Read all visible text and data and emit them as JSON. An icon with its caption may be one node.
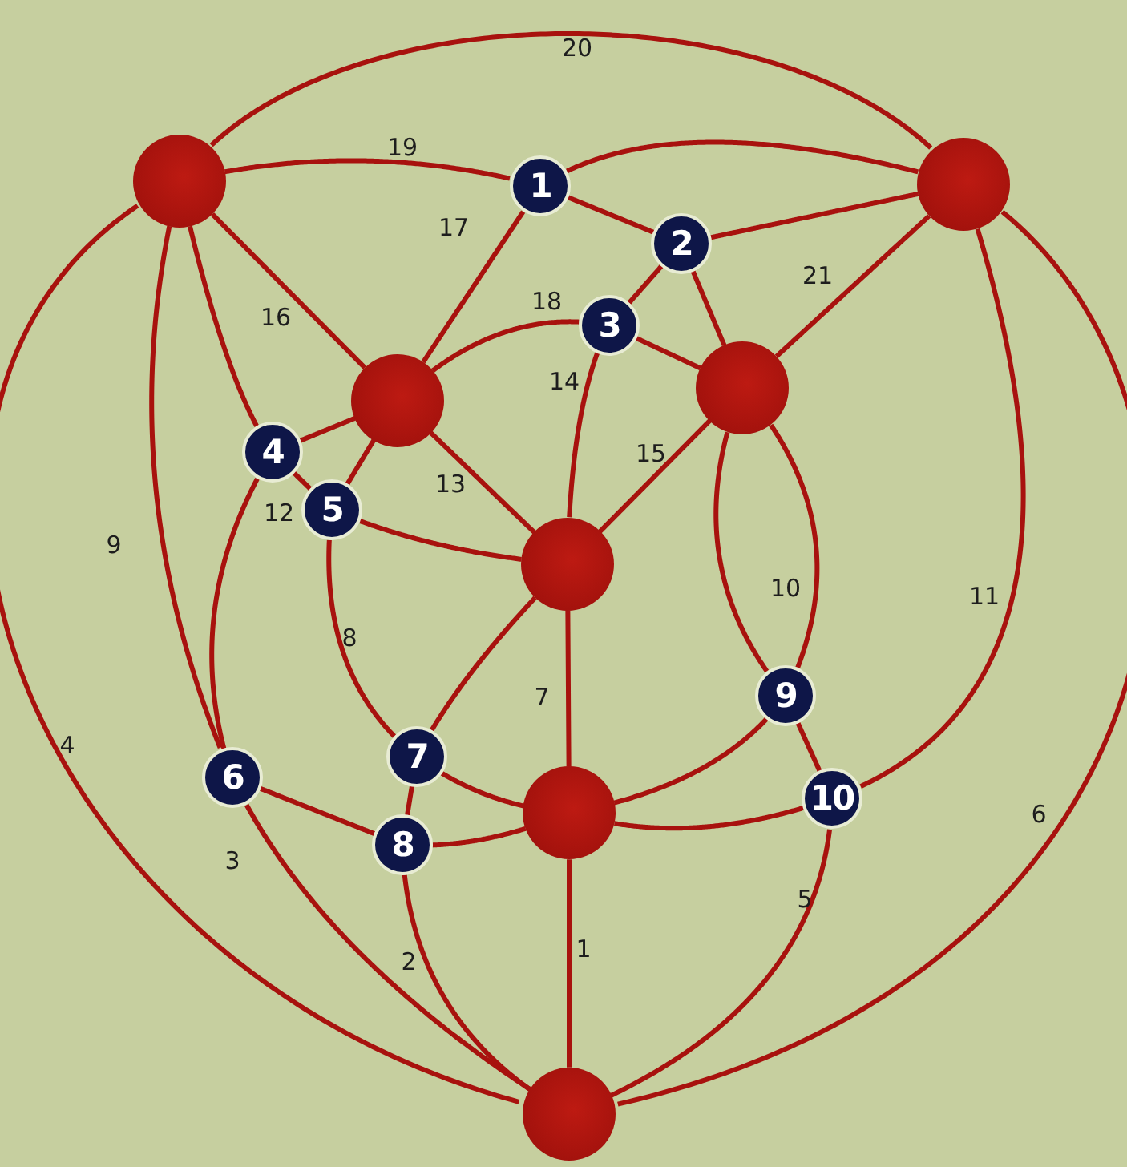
{
  "diagram": {
    "nodes": [
      {
        "text": [],
        "shape": "circle"
      },
      {
        "text": [
          "1"
        ]
      },
      {
        "text": [],
        "shape": "circle"
      },
      {
        "text": [
          "2"
        ]
      },
      {
        "text": [
          "3"
        ]
      },
      {
        "text": [],
        "shape": "circle"
      },
      {
        "text": [],
        "shape": "circle"
      },
      {
        "text": [
          "4"
        ]
      },
      {
        "text": [
          "5"
        ]
      },
      {
        "text": [],
        "shape": "circle"
      },
      {
        "text": [
          "9"
        ]
      },
      {
        "text": [
          "7"
        ]
      },
      {
        "text": [
          "6"
        ]
      },
      {
        "text": [],
        "shape": "circle"
      },
      {
        "text": [
          "10"
        ]
      },
      {
        "text": [
          "8"
        ]
      },
      {
        "text": [],
        "shape": "circle"
      }
    ],
    "edges": [
      {
        "from": 0,
        "to": 2,
        "arrow": "none"
      },
      {
        "from": 0,
        "to": 1,
        "arrow": "none"
      },
      {
        "from": 0,
        "to": 5,
        "arrow": "none"
      },
      {
        "from": 0,
        "to": 7,
        "arrow": "none"
      },
      {
        "from": 0,
        "to": 12,
        "arrow": "none"
      },
      {
        "from": 0,
        "to": 16,
        "arrow": "none"
      },
      {
        "from": 1,
        "to": 2,
        "arrow": "none"
      },
      {
        "from": 1,
        "to": 3,
        "arrow": "none"
      },
      {
        "from": 1,
        "to": 5,
        "arrow": "none"
      },
      {
        "from": 3,
        "to": 2,
        "arrow": "none"
      },
      {
        "from": 3,
        "to": 4,
        "arrow": "none"
      },
      {
        "from": 3,
        "to": 6,
        "arrow": "none"
      },
      {
        "from": 4,
        "to": 5,
        "arrow": "none"
      },
      {
        "from": 4,
        "to": 6,
        "arrow": "none"
      },
      {
        "from": 4,
        "to": 9,
        "arrow": "none"
      },
      {
        "from": 2,
        "to": 6,
        "arrow": "none"
      },
      {
        "from": 2,
        "to": 14,
        "arrow": "none"
      },
      {
        "from": 2,
        "to": 16,
        "arrow": "none"
      },
      {
        "from": 5,
        "to": 7,
        "arrow": "none"
      },
      {
        "from": 5,
        "to": 8,
        "arrow": "none"
      },
      {
        "from": 5,
        "to": 9,
        "arrow": "none"
      },
      {
        "from": 7,
        "to": 8,
        "arrow": "none"
      },
      {
        "from": 7,
        "to": 12,
        "arrow": "none"
      },
      {
        "from": 8,
        "to": 9,
        "arrow": "none"
      },
      {
        "from": 8,
        "to": 11,
        "arrow": "none"
      },
      {
        "from": 6,
        "to": 9,
        "arrow": "none"
      },
      {
        "from": 6,
        "to": 10,
        "arrow": "none"
      },
      {
        "from": 6,
        "to": 10,
        "arrow": "none"
      },
      {
        "from": 9,
        "to": 11,
        "arrow": "none"
      },
      {
        "from": 9,
        "to": 13,
        "arrow": "none"
      },
      {
        "from": 12,
        "to": 15,
        "arrow": "none"
      },
      {
        "from": 12,
        "to": 16,
        "arrow": "none"
      },
      {
        "from": 11,
        "to": 15,
        "arrow": "none"
      },
      {
        "from": 11,
        "to": 13,
        "arrow": "none"
      },
      {
        "from": 15,
        "to": 13,
        "arrow": "none"
      },
      {
        "from": 15,
        "to": 16,
        "arrow": "none"
      },
      {
        "from": 13,
        "to": 10,
        "arrow": "none"
      },
      {
        "from": 13,
        "to": 14,
        "arrow": "none"
      },
      {
        "from": 10,
        "to": 14,
        "arrow": "none"
      },
      {
        "from": 13,
        "to": 16,
        "arrow": "none"
      },
      {
        "from": 14,
        "to": 16,
        "arrow": "none"
      }
    ],
    "labels": [
      "20",
      "19",
      "17",
      "21",
      "16",
      "18",
      "14",
      "15",
      "13",
      "12",
      "9",
      "10",
      "11",
      "8",
      "7",
      "4",
      "6",
      "3",
      "5",
      "1",
      "2"
    ]
  }
}
